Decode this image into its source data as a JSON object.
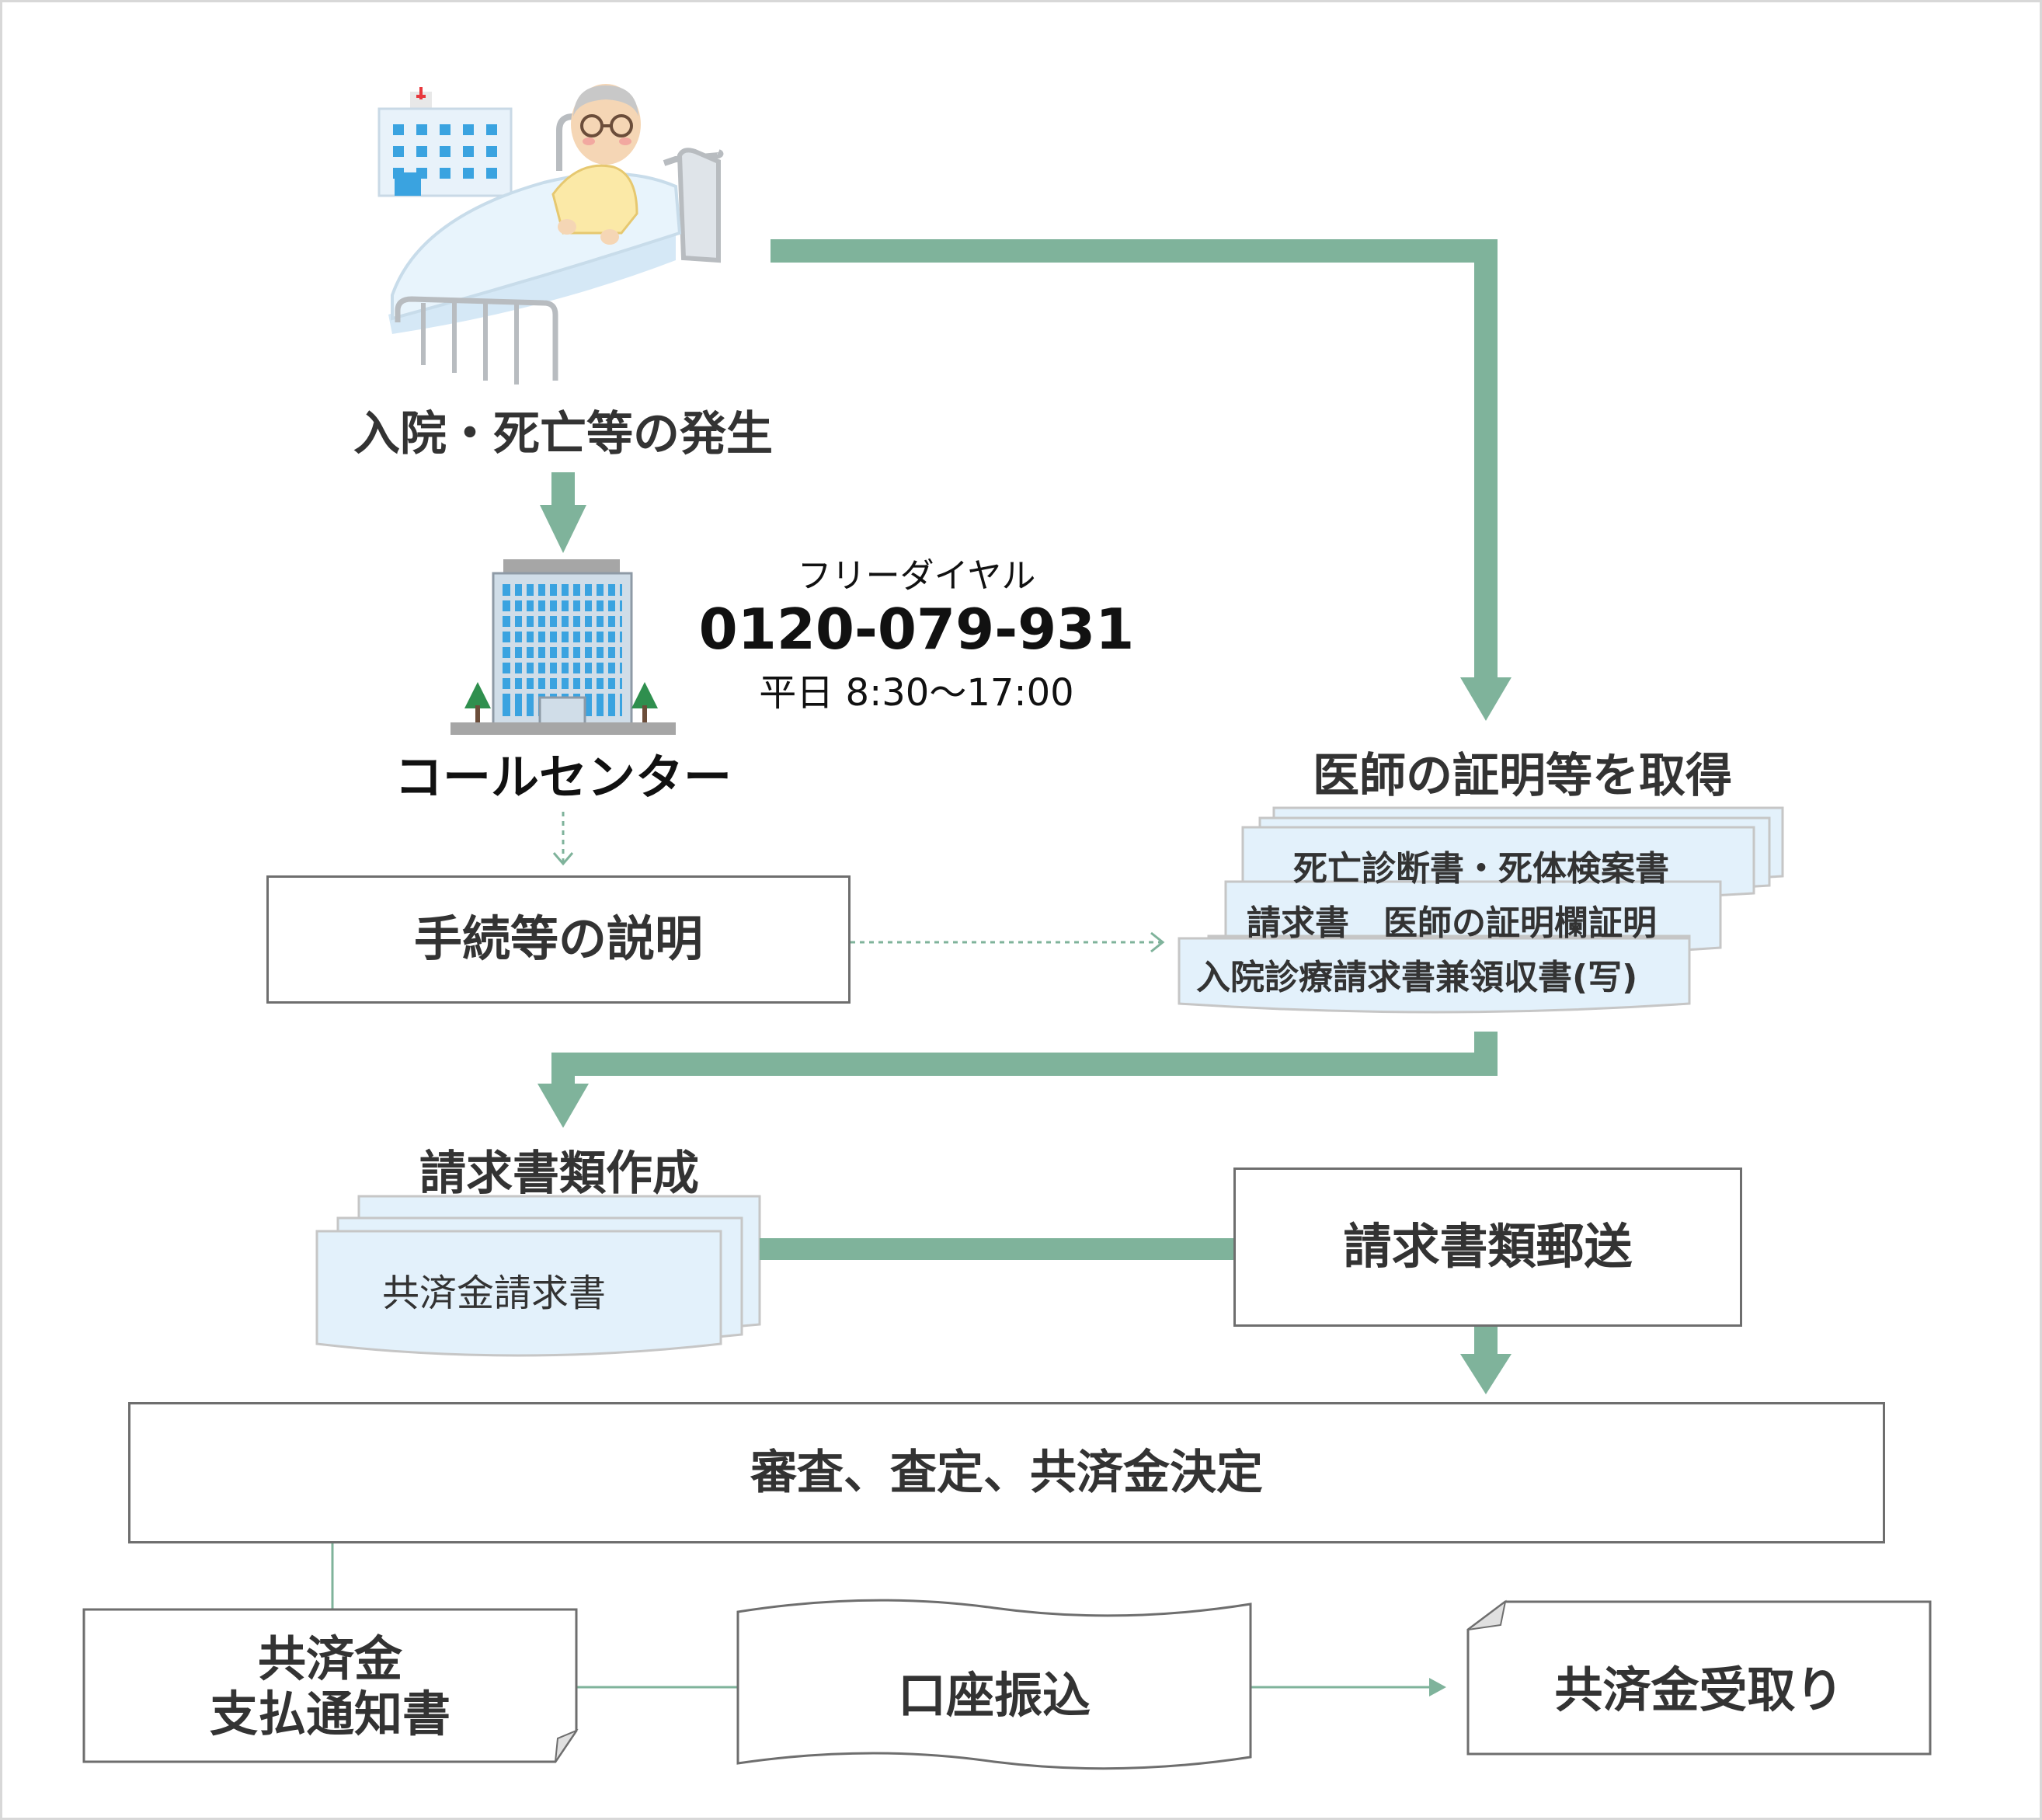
{
  "steps": {
    "occurrence": "入院・死亡等の発生",
    "call_center": "コールセンター",
    "explanation": "手続等の説明",
    "doctor_cert": "医師の証明等を取得",
    "create_docs": "請求書類作成",
    "mail_docs": "請求書類郵送",
    "review": "審査、査定、共済金決定",
    "notice_line1": "共済金",
    "notice_line2": "支払通知書",
    "transfer": "口座振込",
    "receive": "共済金受取り"
  },
  "phone": {
    "label": "フリーダイヤル",
    "number": "0120-079-931",
    "hours": "平日 8:30～17:00"
  },
  "doctor_documents": [
    "死亡診断書・死体検案書",
    "請求書　医師の証明欄証明",
    "入院診療請求書兼領収書(写)"
  ],
  "claim_documents": [
    "共済金請求書"
  ],
  "colors": {
    "arrow_green": "#7fb39b",
    "doc_fill": "#e3f1fb",
    "box_border": "#6e6e6e"
  },
  "icons": [
    "hospital-icon",
    "patient-in-bed-icon",
    "office-building-icon",
    "tree-icon"
  ]
}
